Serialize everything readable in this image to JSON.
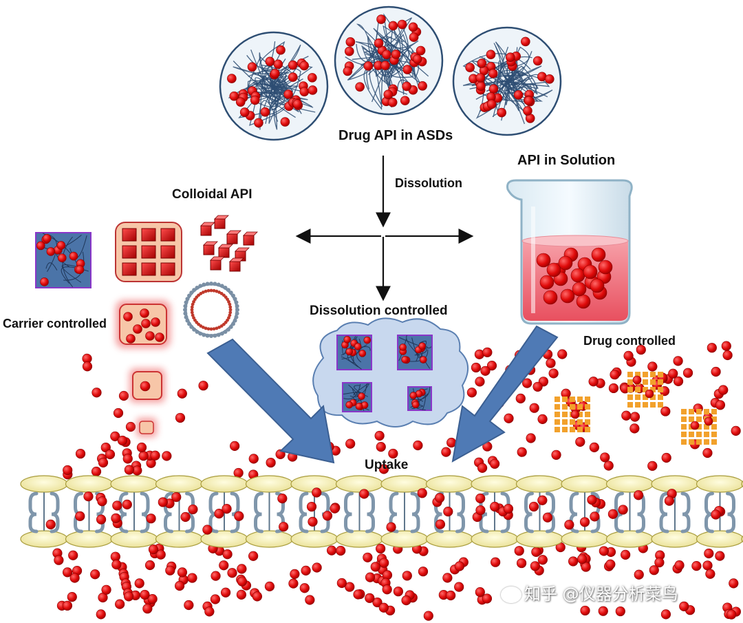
{
  "labels": {
    "asd": "Drug API in ASDs",
    "solution": "API in Solution",
    "dissolution": "Dissolution",
    "colloidal": "Colloidal API",
    "dissolution_controlled": "Dissolution controlled",
    "carrier_controlled": "Carrier controlled",
    "drug_controlled": "Drug controlled",
    "uptake": "Uptake"
  },
  "watermark": "知乎 @仪器分析菜鸟",
  "colors": {
    "drug_particle": "#e00b0b",
    "polymer": "#2e4e73",
    "solution": "#f06d7a",
    "flow_arrow": "#4d78b5",
    "membrane_head": "#f6f0b0",
    "channel": "#7f96ab",
    "carrier_lattice": "#f2a12c"
  },
  "icons": {
    "beaker": "beaker-icon",
    "cloud": "cloud-icon",
    "liposome": "liposome-icon",
    "membrane": "cell-membrane",
    "nanocrystal": "nanocrystal-icon"
  }
}
